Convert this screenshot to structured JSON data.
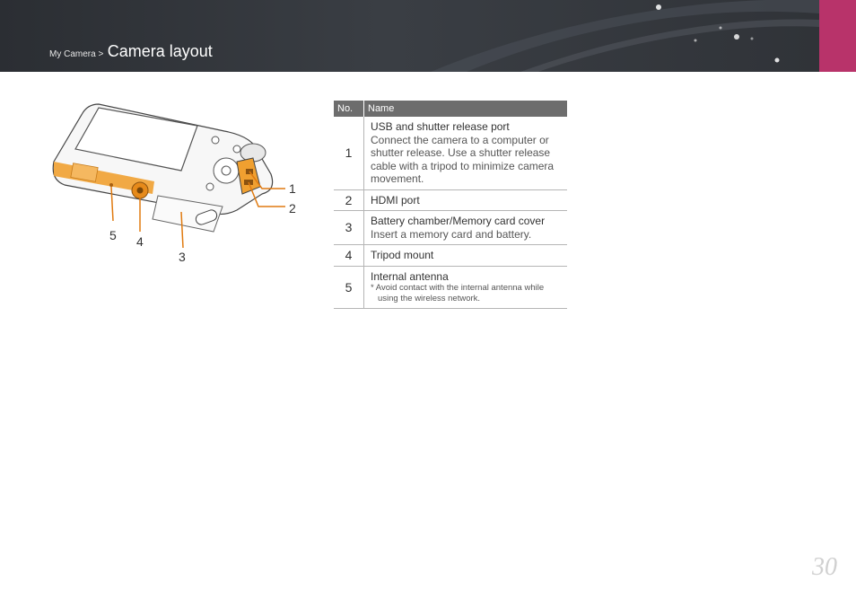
{
  "header": {
    "breadcrumb": "My Camera >",
    "title": "Camera layout"
  },
  "figure": {
    "callouts": [
      "1",
      "2",
      "3",
      "4",
      "5"
    ]
  },
  "table": {
    "columns": [
      "No.",
      "Name"
    ],
    "rows": [
      {
        "no": "1",
        "name": "USB and shutter release port",
        "desc": "Connect the camera to a computer or shutter release. Use a shutter release cable with a tripod to minimize camera movement.",
        "note": ""
      },
      {
        "no": "2",
        "name": "HDMI port",
        "desc": "",
        "note": ""
      },
      {
        "no": "3",
        "name": "Battery chamber/Memory card cover",
        "desc": "Insert a memory card and battery.",
        "note": ""
      },
      {
        "no": "4",
        "name": "Tripod mount",
        "desc": "",
        "note": ""
      },
      {
        "no": "5",
        "name": "Internal antenna",
        "desc": "",
        "note": "* Avoid contact with the internal antenna while using the wireless network."
      }
    ]
  },
  "page_number": "30",
  "colors": {
    "header_bg": "#2b2e33",
    "accent_tab": "#b8336a",
    "highlight": "#f0a030",
    "table_header": "#6d6d6d"
  }
}
